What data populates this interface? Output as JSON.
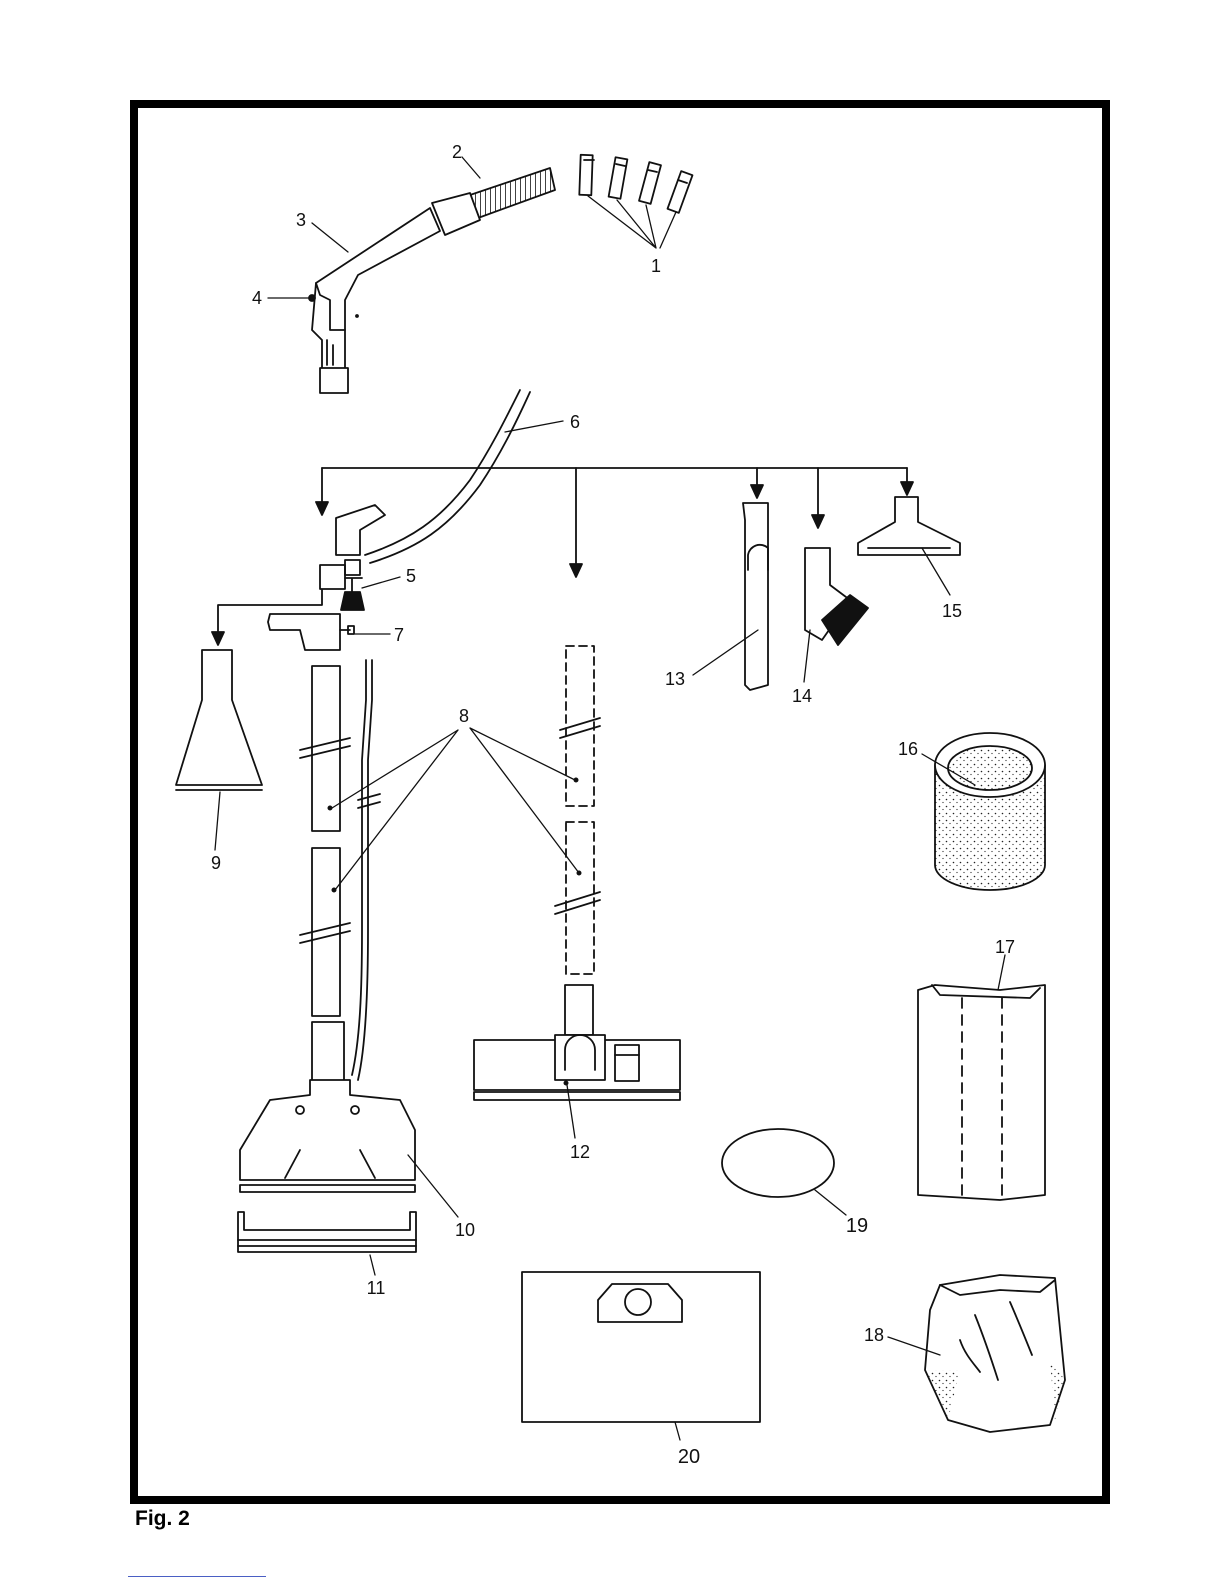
{
  "caption": "Fig. 2",
  "labels": {
    "l1": "1",
    "l2": "2",
    "l3": "3",
    "l4": "4",
    "l5": "5",
    "l6": "6",
    "l7": "7",
    "l8": "8",
    "l9": "9",
    "l10": "10",
    "l11": "11",
    "l12": "12",
    "l13": "13",
    "l14": "14",
    "l15": "15",
    "l16": "16",
    "l17": "17",
    "l18": "18",
    "l19": "19",
    "l20": "20"
  }
}
